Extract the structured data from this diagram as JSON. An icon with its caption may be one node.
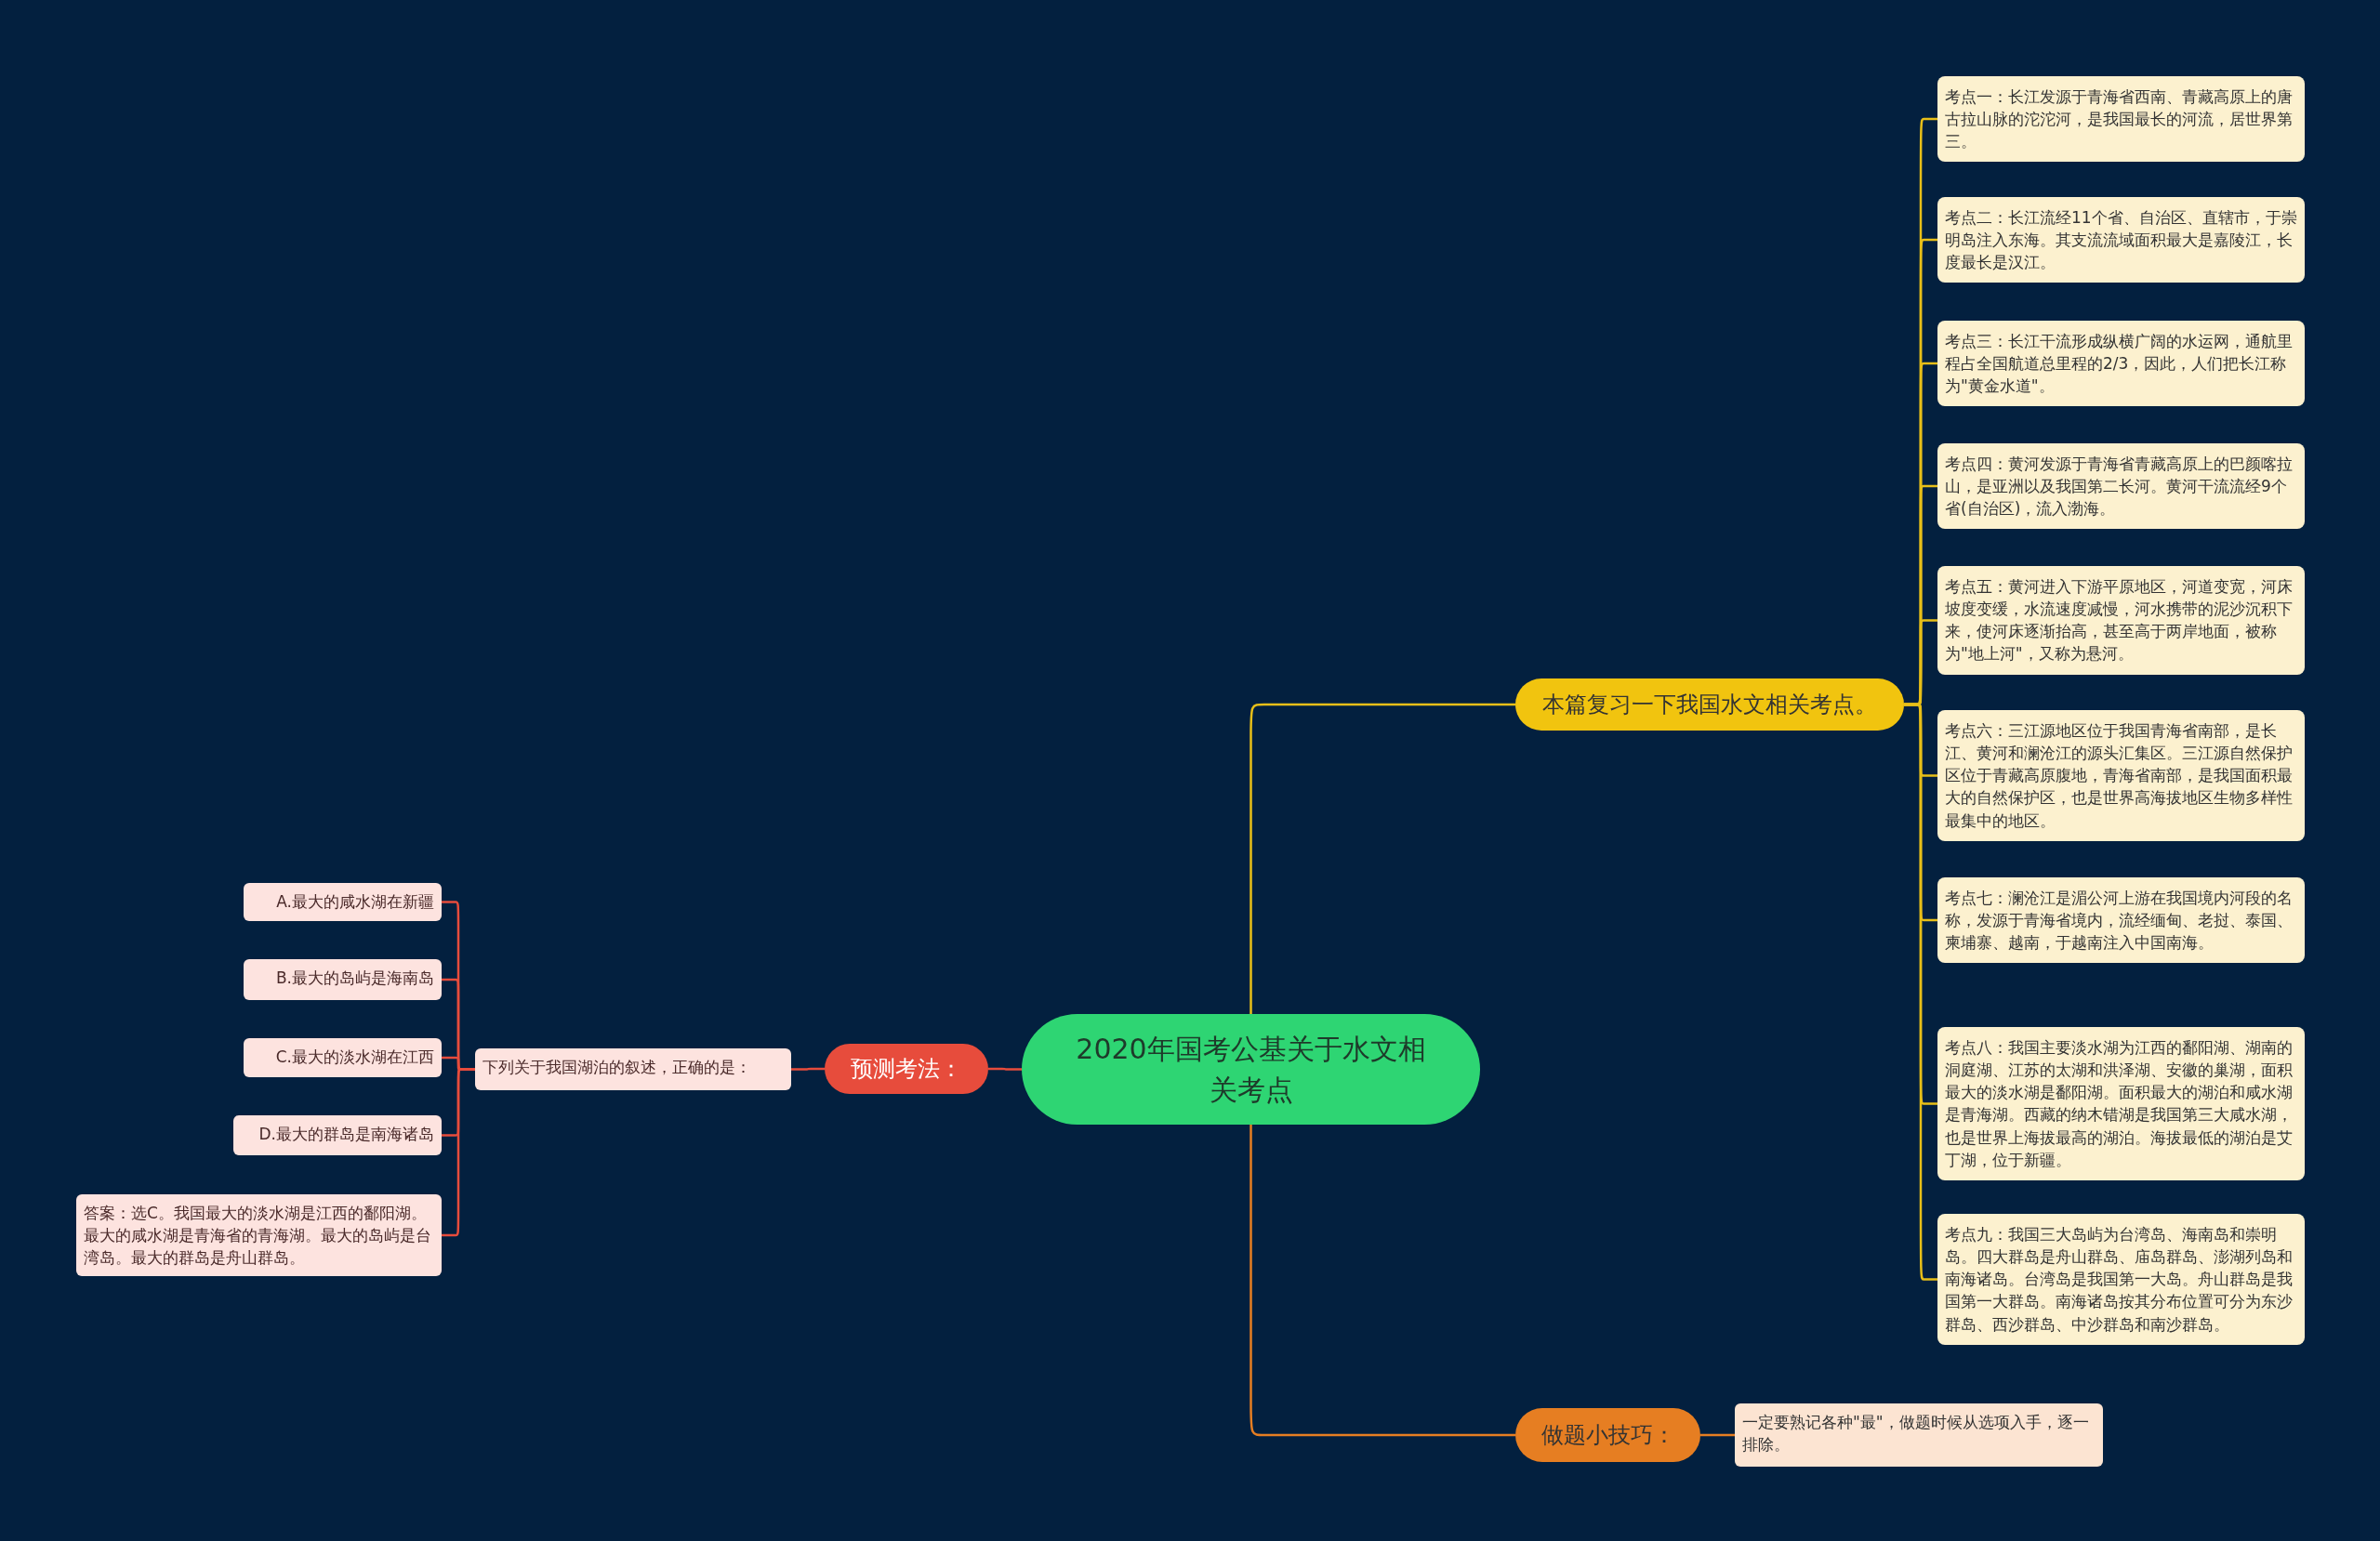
{
  "diagram": {
    "nodes": [
      {
        "text": [
          "2020年国考公基关于水文相关考点"
        ]
      },
      {
        "text": [
          "本篇复习一下我国水文相关考点。"
        ]
      },
      {
        "text": [
          "考点一：长江发源于青海省西南、青藏高原上的唐古拉山脉的沱沱河，是我国最长的河流，居世界第三。"
        ]
      },
      {
        "text": [
          "考点二：长江流经11个省、自治区、直辖市，于崇明岛注入东海。其支流流域面积最大是嘉陵江，长度最长是汉江。"
        ]
      },
      {
        "text": [
          "考点三：长江干流形成纵横广阔的水运网，通航里程占全国航道总里程的2/3，因此，人们把长江称为\"黄金水道\"。"
        ]
      },
      {
        "text": [
          "考点四：黄河发源于青海省青藏高原上的巴颜喀拉山，是亚洲以及我国第二长河。黄河干流流经9个省(自治区)，流入渤海。"
        ]
      },
      {
        "text": [
          "考点五：黄河进入下游平原地区，河道变宽，河床坡度变缓，水流速度减慢，河水携带的泥沙沉积下来，使河床逐渐抬高，甚至高于两岸地面，被称为\"地上河\"，又称为悬河。"
        ]
      },
      {
        "text": [
          "考点六：三江源地区位于我国青海省南部，是长江、黄河和澜沧江的源头汇集区。三江源自然保护区位于青藏高原腹地，青海省南部，是我国面积最大的自然保护区，也是世界高海拔地区生物多样性最集中的地区。"
        ]
      },
      {
        "text": [
          "考点七：澜沧江是湄公河上游在我国境内河段的名称，发源于青海省境内，流经缅甸、老挝、泰国、柬埔寨、越南，于越南注入中国南海。"
        ]
      },
      {
        "text": [
          "考点八：我国主要淡水湖为江西的鄱阳湖、湖南的洞庭湖、江苏的太湖和洪泽湖、安徽的巢湖，面积最大的淡水湖是鄱阳湖。面积最大的湖泊和咸水湖是青海湖。西藏的纳木错湖是我国第三大咸水湖，也是世界上海拔最高的湖泊。海拔最低的湖泊是艾丁湖，位于新疆。"
        ]
      },
      {
        "text": [
          "考点九：我国三大岛屿为台湾岛、海南岛和崇明岛。四大群岛是舟山群岛、庙岛群岛、澎湖列岛和南海诸岛。台湾岛是我国第一大岛。舟山群岛是我国第一大群岛。南海诸岛按其分布位置可分为东沙群岛、西沙群岛、中沙群岛和南沙群岛。"
        ]
      },
      {
        "text": [
          "预测考法："
        ]
      },
      {
        "text": [
          "下列关于我国湖泊的叙述，正确的是："
        ]
      },
      {
        "text": [
          "A.最大的咸水湖在新疆"
        ]
      },
      {
        "text": [
          "B.最大的岛屿是海南岛"
        ]
      },
      {
        "text": [
          "C.最大的淡水湖在江西"
        ]
      },
      {
        "text": [
          "D.最大的群岛是南海诸岛"
        ]
      },
      {
        "text": [
          "答案：选C。我国最大的淡水湖是江西的鄱阳湖。最大的咸水湖是青海省的青海湖。最大的岛屿是台湾岛。最大的群岛是舟山群岛。"
        ]
      },
      {
        "text": [
          "做题小技巧："
        ]
      },
      {
        "text": [
          "一定要熟记各种\"最\"，做题时候从选项入手，逐一排除。"
        ]
      }
    ],
    "edges": [
      {
        "from": 0,
        "to": 1,
        "arrow": "none"
      },
      {
        "from": 1,
        "to": 2,
        "arrow": "none"
      },
      {
        "from": 1,
        "to": 3,
        "arrow": "none"
      },
      {
        "from": 1,
        "to": 4,
        "arrow": "none"
      },
      {
        "from": 1,
        "to": 5,
        "arrow": "none"
      },
      {
        "from": 1,
        "to": 6,
        "arrow": "none"
      },
      {
        "from": 1,
        "to": 7,
        "arrow": "none"
      },
      {
        "from": 1,
        "to": 8,
        "arrow": "none"
      },
      {
        "from": 1,
        "to": 9,
        "arrow": "none"
      },
      {
        "from": 1,
        "to": 10,
        "arrow": "none"
      },
      {
        "from": 0,
        "to": 11,
        "arrow": "none",
        "color": "#e74c3c"
      },
      {
        "from": 11,
        "to": 12,
        "arrow": "none",
        "color": "#e74c3c"
      },
      {
        "from": 12,
        "to": 13,
        "arrow": "none",
        "color": "#e74c3c"
      },
      {
        "from": 12,
        "to": 14,
        "arrow": "none",
        "color": "#e74c3c"
      },
      {
        "from": 12,
        "to": 15,
        "arrow": "none",
        "color": "#e74c3c"
      },
      {
        "from": 12,
        "to": 16,
        "arrow": "none",
        "color": "#e74c3c"
      },
      {
        "from": 12,
        "to": 17,
        "arrow": "none",
        "color": "#e74c3c"
      },
      {
        "from": 0,
        "to": 18,
        "arrow": "none",
        "color": "#e67e22"
      },
      {
        "from": 18,
        "to": 19,
        "arrow": "none",
        "color": "#e67e22"
      }
    ]
  }
}
